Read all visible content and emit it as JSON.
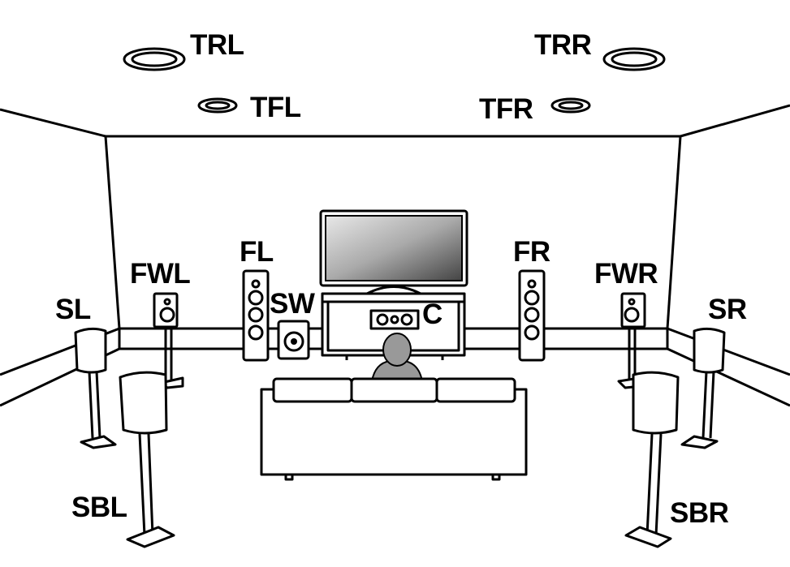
{
  "diagram": {
    "labels": {
      "top_rear_left": "TRL",
      "top_rear_right": "TRR",
      "top_front_left": "TFL",
      "top_front_right": "TFR",
      "front_left": "FL",
      "front_right": "FR",
      "front_wide_left": "FWL",
      "front_wide_right": "FWR",
      "surround_left": "SL",
      "surround_right": "SR",
      "subwoofer": "SW",
      "center": "C",
      "surround_back_left": "SBL",
      "surround_back_right": "SBR"
    },
    "colors": {
      "line": "#000000",
      "listener": "#999999",
      "background": "#ffffff"
    }
  }
}
